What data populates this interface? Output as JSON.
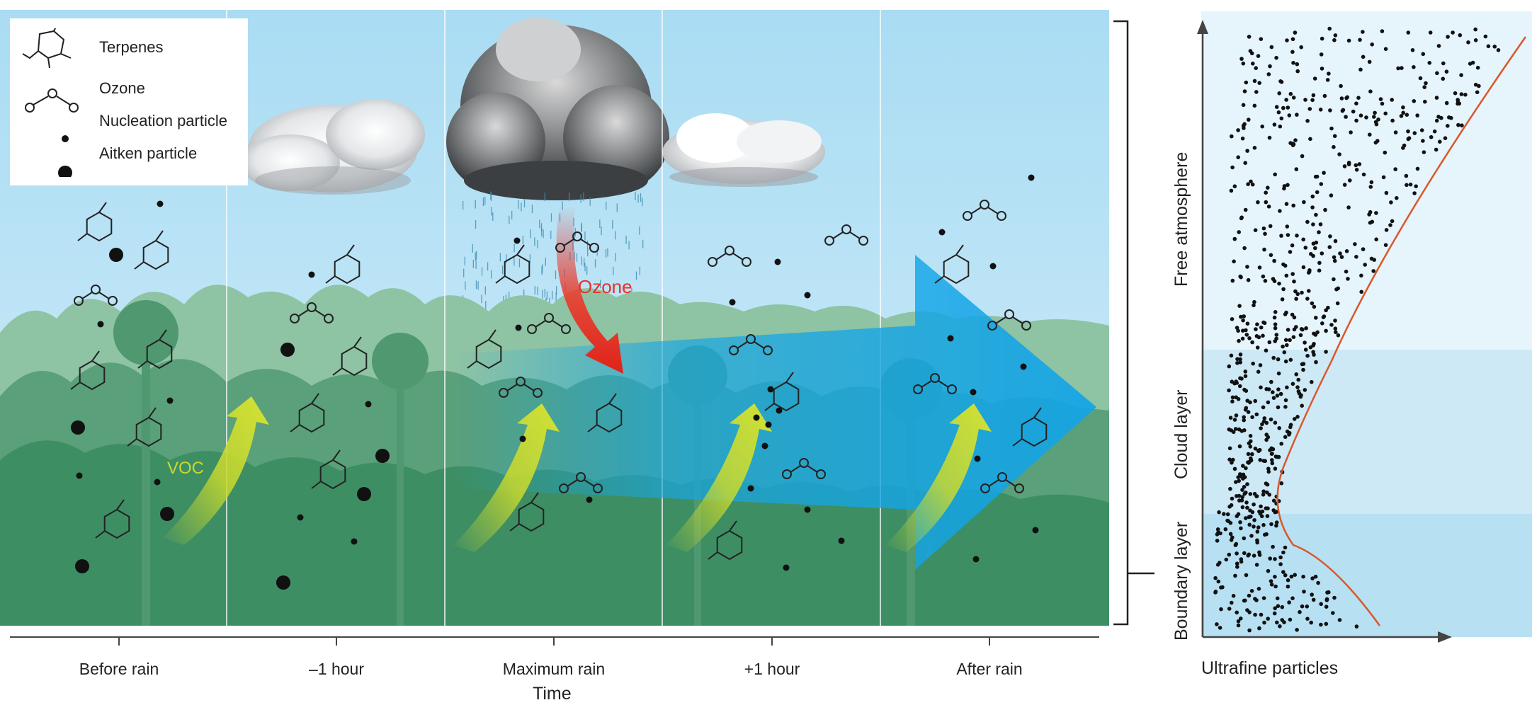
{
  "legend": {
    "items": [
      {
        "label": "Terpenes",
        "icon": "terpene-icon"
      },
      {
        "label": "Ozone",
        "icon": "ozone-icon"
      },
      {
        "label": "Nucleation particle",
        "icon": "small-dot-icon"
      },
      {
        "label": "Aitken particle",
        "icon": "large-dot-icon"
      }
    ]
  },
  "annotations": {
    "voc": "VOC",
    "ozone": "Ozone"
  },
  "timeline": {
    "title": "Time",
    "ticks": [
      "Before rain",
      "–1 hour",
      "Maximum rain",
      "+1 hour",
      "After rain"
    ]
  },
  "profile": {
    "xlabel": "Ultrafine particles",
    "layers": [
      "Free atmosphere",
      "Cloud layer",
      "Boundary layer"
    ]
  },
  "colors": {
    "sky": "#aee0f5",
    "forest_dark": "#3e8e64",
    "forest_mid": "#5aa07a",
    "forest_light": "#8ec3a4",
    "voc_arrow": "#c8d92e",
    "ozone_arrow": "#e8312a",
    "transport_arrow": "#18a6e3",
    "profile_curve": "#d9572b",
    "layer_free": "#e6f4fb",
    "layer_cloud": "#cde9f6",
    "layer_boundary": "#b8e0f3"
  }
}
